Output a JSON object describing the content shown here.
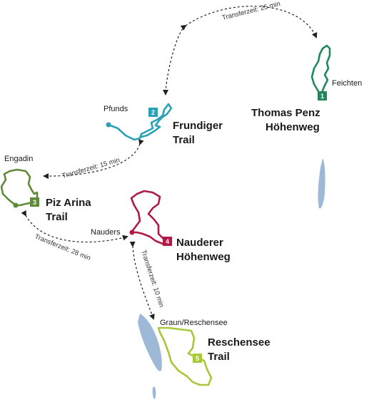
{
  "places": {
    "feichten": "Feichten",
    "pfunds": "Pfunds",
    "engadin": "Engadin",
    "nauders": "Nauders",
    "graun": "Graun/Reschensee"
  },
  "trails": [
    {
      "number": "1",
      "line1": "Thomas Penz",
      "line2": "Höhenweg",
      "color": "#1e8a5a"
    },
    {
      "number": "2",
      "line1": "Frundiger",
      "line2": "Trail",
      "color": "#2aa1b5"
    },
    {
      "number": "3",
      "line1": "Piz Arina",
      "line2": "Trail",
      "color": "#5e8a3a"
    },
    {
      "number": "4",
      "line1": "Nauderer",
      "line2": "Höhenweg",
      "color": "#b01b45"
    },
    {
      "number": "5",
      "line1": "Reschensee",
      "line2": "Trail",
      "color": "#a8c83a"
    }
  ],
  "transfers": {
    "t1": "Transferzeit: 25 min",
    "t2": "Transferzeit: 15 min",
    "t3": "Transferzeit: 28 min",
    "t4": "Transferzeit: 10 min"
  },
  "colors": {
    "lake": "#9db9d6",
    "connector": "#222222"
  }
}
